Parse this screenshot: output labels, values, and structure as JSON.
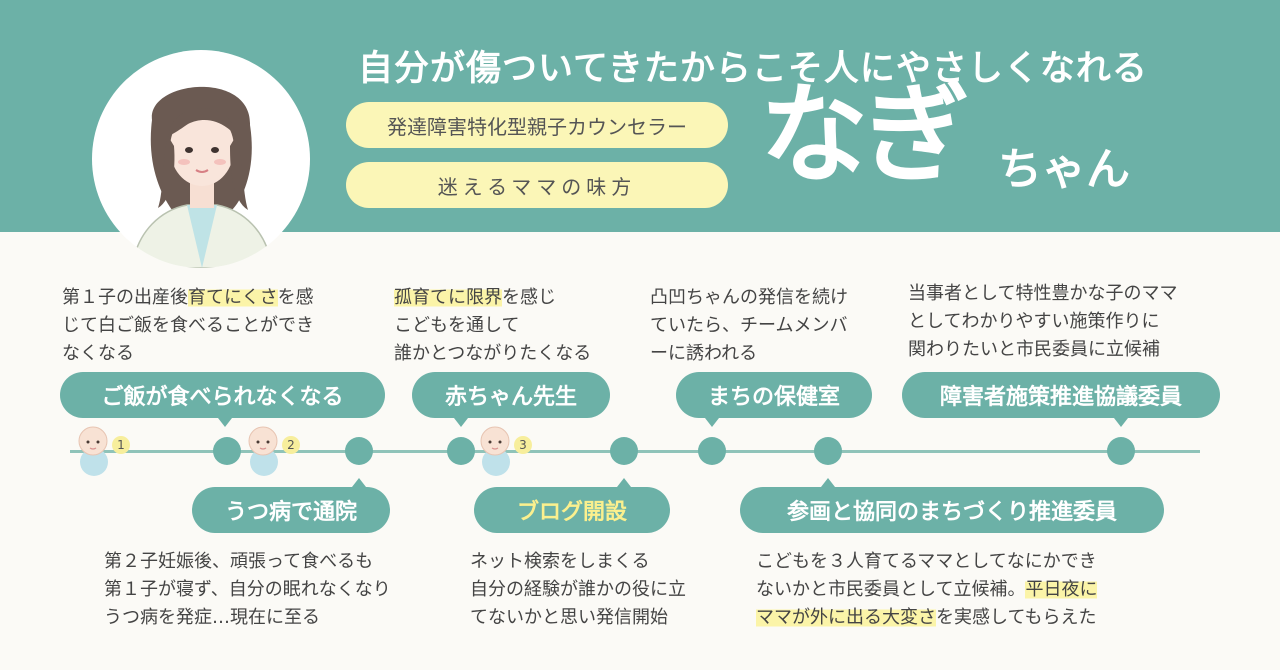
{
  "header": {
    "headline": "自分が傷ついてきたからこそ人にやさしくなれる",
    "pill_title": "発達障害特化型親子カウンセラー",
    "pill_tagline": "迷えるママの味方",
    "name_big": "なぎ",
    "name_small": "ちゃん"
  },
  "colors": {
    "teal": "#6cb1a7",
    "pale_yellow": "#fbf6b7",
    "label_yellow_text": "#fbf08e"
  },
  "icons": {
    "avatar": "woman-portrait-illustration",
    "child": "baby-icon"
  },
  "timeline": {
    "children": [
      "1",
      "2",
      "3"
    ],
    "labels": {
      "meal": "ご飯が食べられなくなる",
      "depression": "うつ病で通院",
      "baby_teacher": "赤ちゃん先生",
      "blog": "ブログ開設",
      "health_room": "まちの保健室",
      "town_planning": "参画と協同のまちづくり推進委員",
      "disability_policy": "障害者施策推進協議委員"
    },
    "descriptions": {
      "meal": {
        "line1_a": "第１子の出産後",
        "line1_hl": "育てにくさ",
        "line1_b": "を感",
        "line2": "じて白ご飯を食べることができ",
        "line3": "なくなる"
      },
      "baby_teacher": {
        "line1_hl": "孤育てに限界",
        "line1_b": "を感じ",
        "line2": "こどもを通して",
        "line3": "誰かとつながりたくなる"
      },
      "health_room": {
        "line1": "凸凹ちゃんの発信を続け",
        "line2": "ていたら、チームメンバ",
        "line3": "ーに誘われる"
      },
      "disability_policy": {
        "line1": "当事者として特性豊かな子のママ",
        "line2": "としてわかりやすい施策作りに",
        "line3": "関わりたいと市民委員に立候補"
      },
      "depression": {
        "line1": "第２子妊娠後、頑張って食べるも",
        "line2": "第１子が寝ず、自分の眠れなくなり",
        "line3": "うつ病を発症…現在に至る"
      },
      "blog": {
        "line1": "ネット検索をしまくる",
        "line2": "自分の経験が誰かの役に立",
        "line3": "てないかと思い発信開始"
      },
      "town_planning": {
        "line1": "こどもを３人育てるママとしてなにかでき",
        "line2_a": "ないかと市民委員として立候補。",
        "line2_hl": "平日夜に",
        "line3_hl": "ママが外に出る大変さ",
        "line3_b": "を実感してもらえた"
      }
    }
  }
}
